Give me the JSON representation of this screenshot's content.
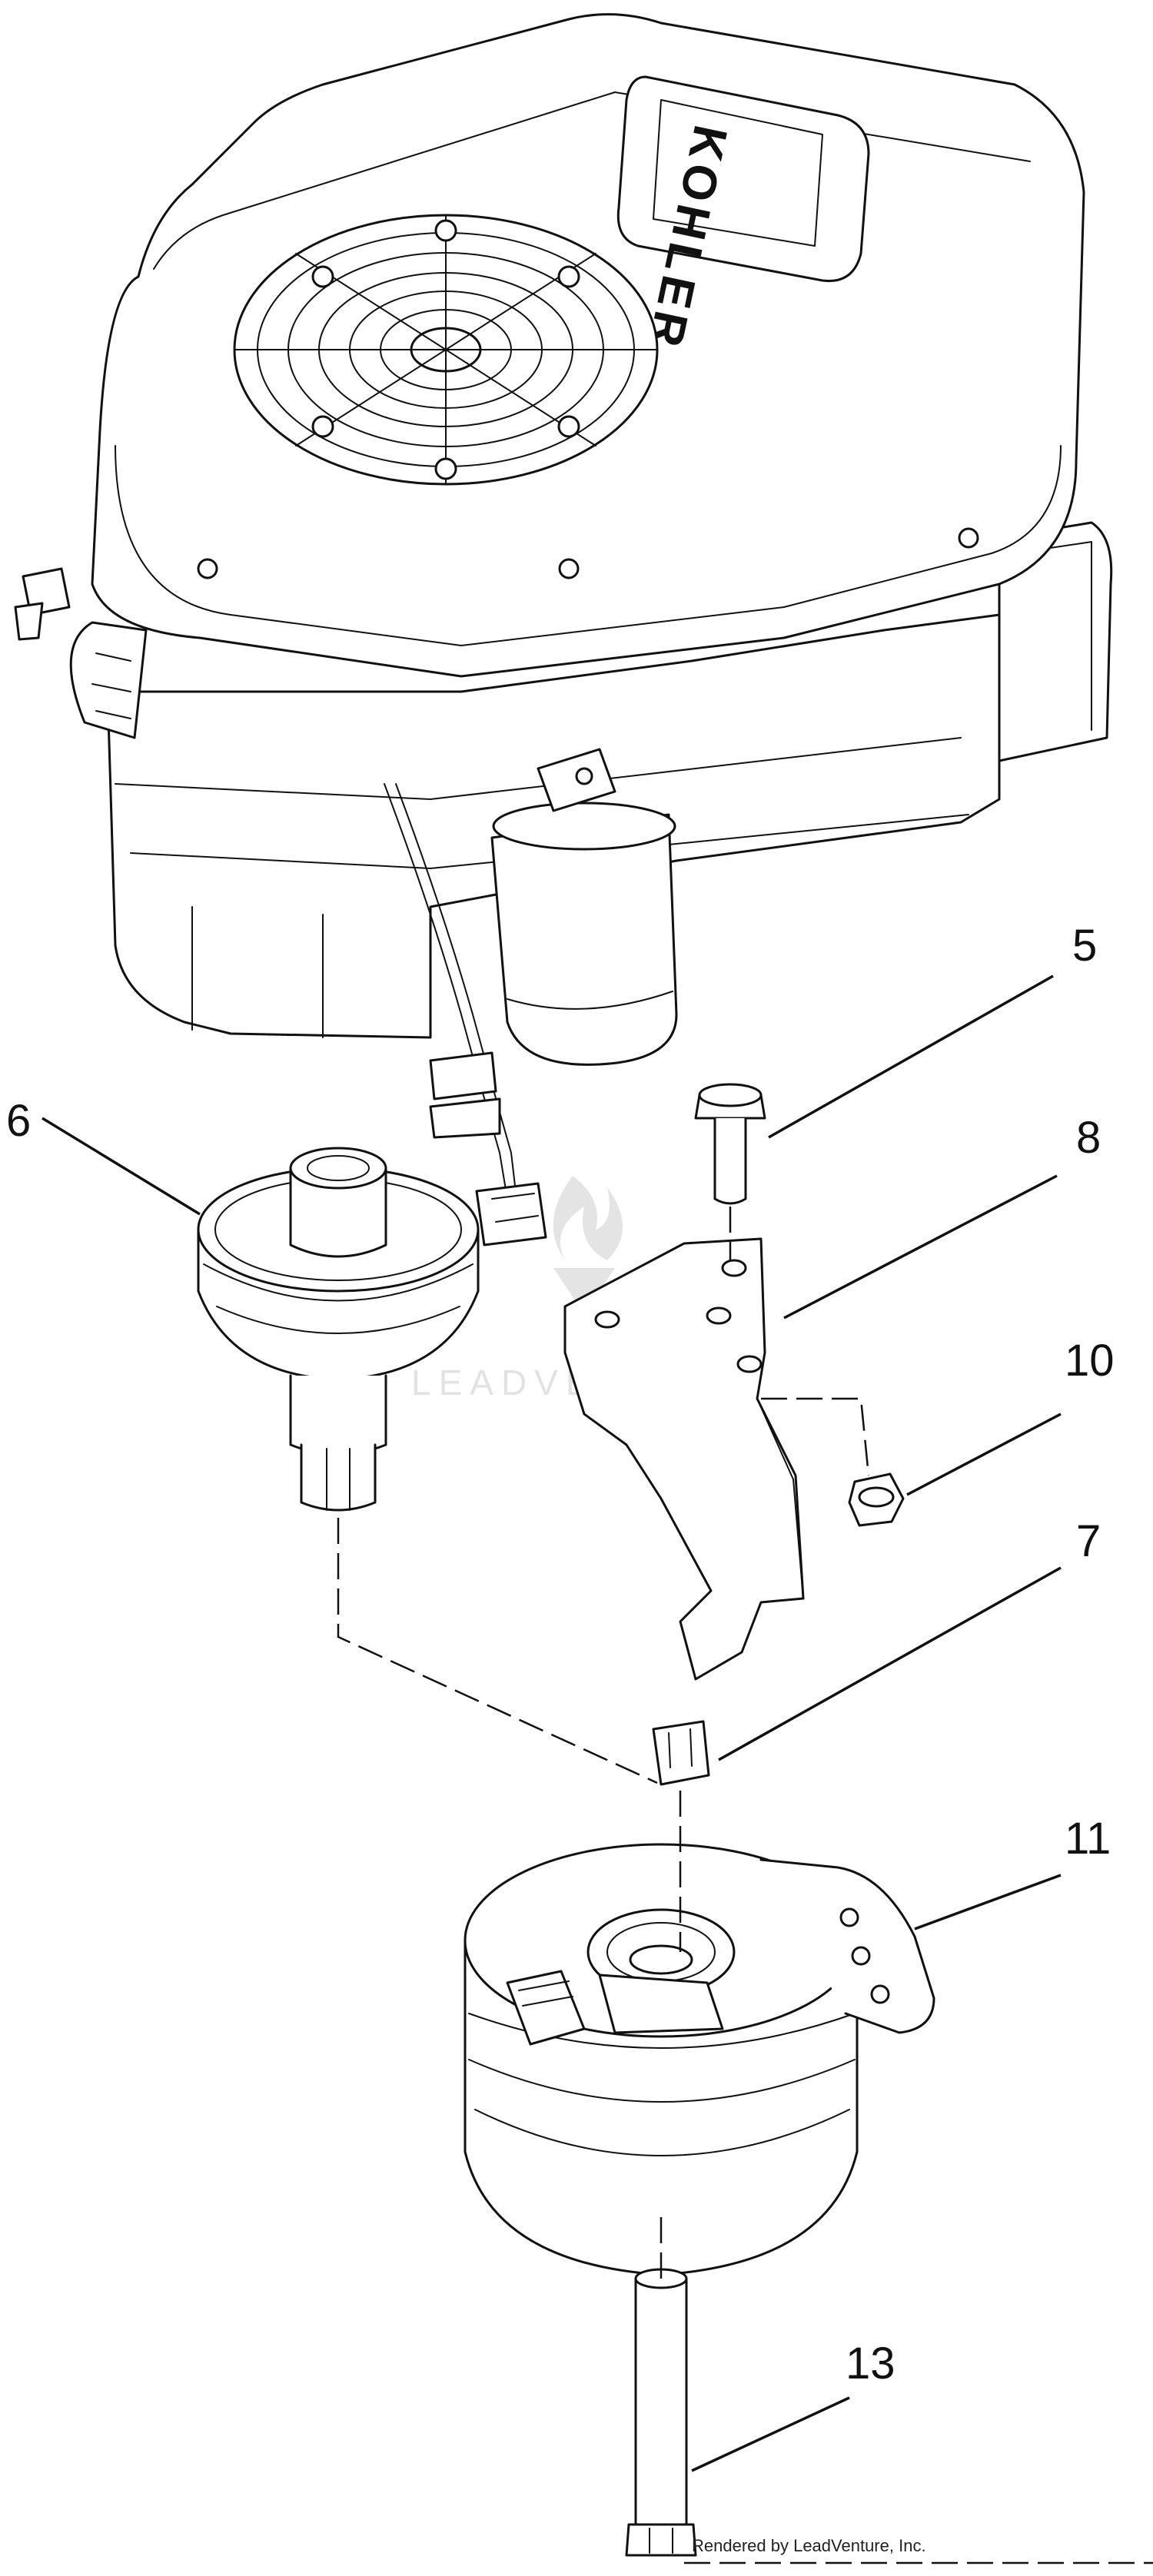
{
  "brand": {
    "engine_logo": "KOHLER",
    "watermark": "LEADVENTURE",
    "credit": "Rendered by LeadVenture, Inc."
  },
  "callouts": [
    {
      "id": "5",
      "label": "5",
      "part": "bolt"
    },
    {
      "id": "6",
      "label": "6",
      "part": "pulley-spindle"
    },
    {
      "id": "7",
      "label": "7",
      "part": "clip"
    },
    {
      "id": "8",
      "label": "8",
      "part": "bracket"
    },
    {
      "id": "10",
      "label": "10",
      "part": "nut"
    },
    {
      "id": "11",
      "label": "11",
      "part": "clutch"
    },
    {
      "id": "13",
      "label": "13",
      "part": "bolt-long"
    }
  ]
}
